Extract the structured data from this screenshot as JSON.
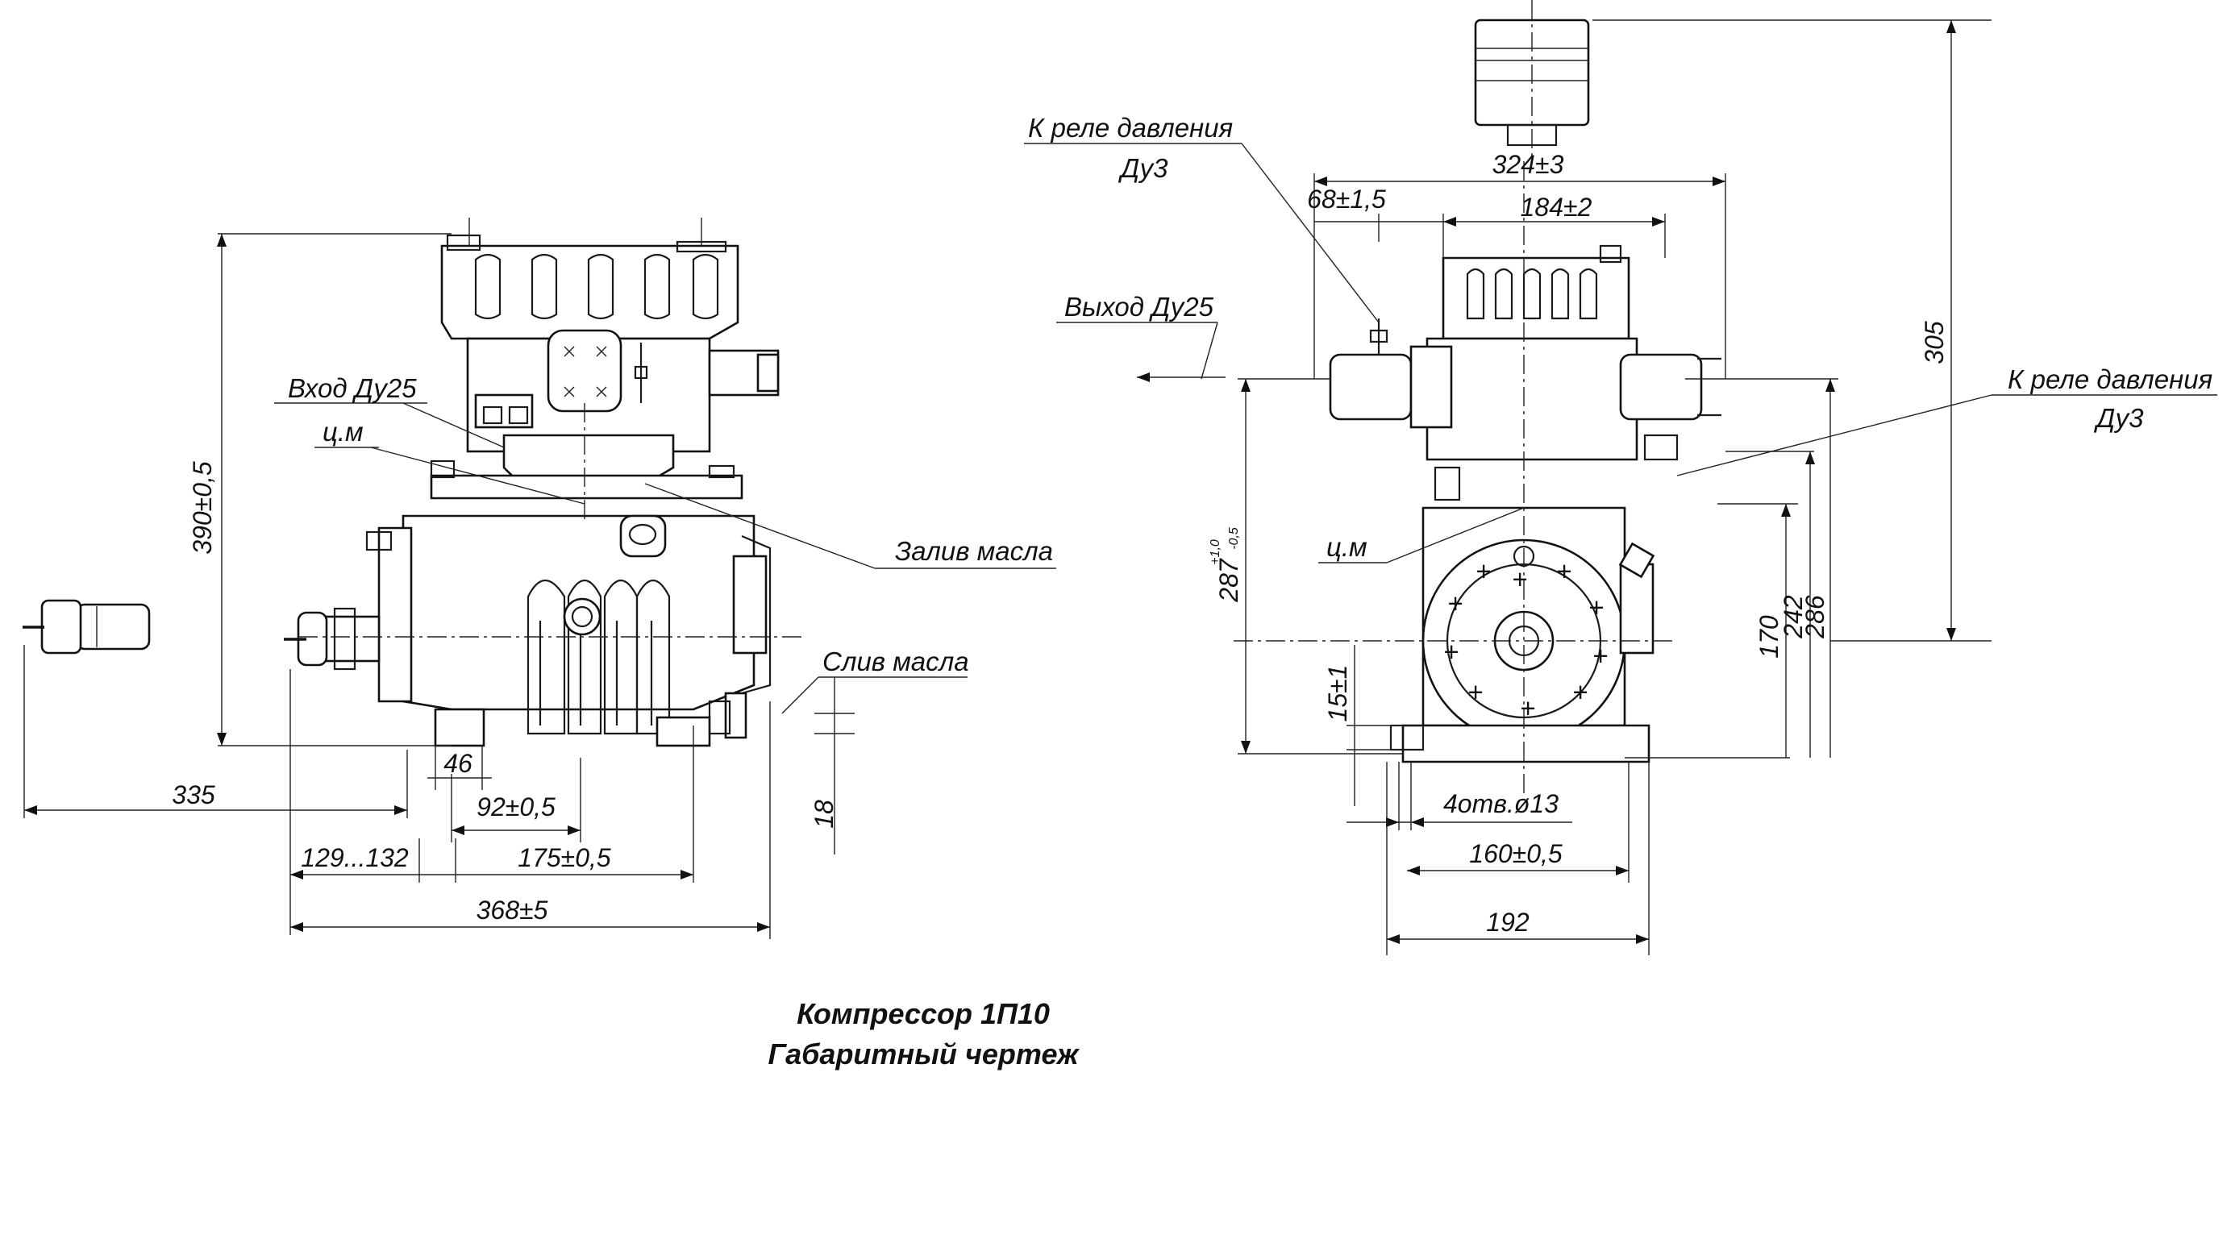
{
  "title": {
    "line1": "Компрессор 1П10",
    "line2": "Габаритный чертеж"
  },
  "side_view": {
    "labels": {
      "inlet": "Вход Ду25",
      "center_mass": "ц.м",
      "oil_fill": "Залив масла",
      "oil_drain": "Слив масла"
    },
    "dimensions": {
      "height": "390±0,5",
      "shaft_offset": "335",
      "foot": "46",
      "hole_spacing": "92±0,5",
      "drain_height": "18",
      "shaft_range": "129...132",
      "mount_spacing": "175±0,5",
      "overall_length": "368±5"
    }
  },
  "front_view": {
    "labels": {
      "pressure_relay_left": "К реле давления",
      "pressure_relay_left_size": "Ду3",
      "outlet": "Выход Ду25",
      "pressure_relay_right": "К реле давления",
      "pressure_relay_right_size": "Ду3",
      "center_mass": "ц.м"
    },
    "dimensions": {
      "top_width": "324±3",
      "relay_offset": "68±1,5",
      "head_width": "184±2",
      "total_height": "305",
      "cm_height": "287",
      "cm_height_tol_upper": "+1,0",
      "cm_height_tol_lower": "-0,5",
      "foot_height": "15±1",
      "shaft_height": "170",
      "height_242": "242",
      "height_286": "286",
      "holes": "4отв.ø13",
      "hole_spacing": "160±0,5",
      "base_width": "192"
    }
  }
}
